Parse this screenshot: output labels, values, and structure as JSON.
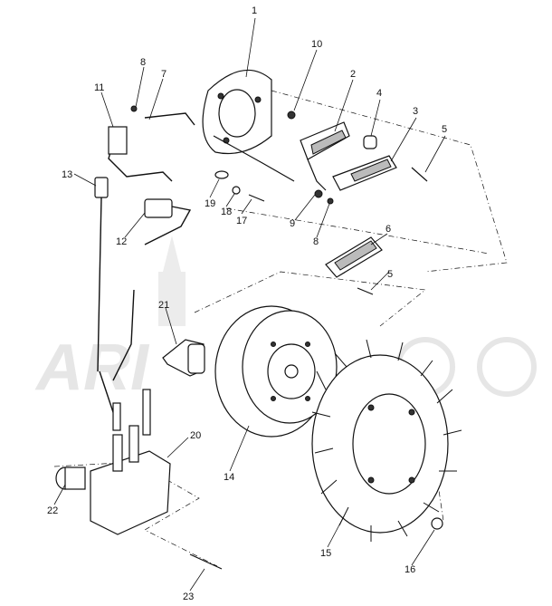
{
  "watermark": {
    "text": "ARI"
  },
  "callouts": [
    {
      "id": "1",
      "label": "1"
    },
    {
      "id": "2",
      "label": "2"
    },
    {
      "id": "3",
      "label": "3"
    },
    {
      "id": "4",
      "label": "4"
    },
    {
      "id": "5a",
      "label": "5"
    },
    {
      "id": "5b",
      "label": "5"
    },
    {
      "id": "6",
      "label": "6"
    },
    {
      "id": "7",
      "label": "7"
    },
    {
      "id": "8a",
      "label": "8"
    },
    {
      "id": "8b",
      "label": "8"
    },
    {
      "id": "9",
      "label": "9"
    },
    {
      "id": "10",
      "label": "10"
    },
    {
      "id": "11",
      "label": "11"
    },
    {
      "id": "12",
      "label": "12"
    },
    {
      "id": "13",
      "label": "13"
    },
    {
      "id": "14",
      "label": "14"
    },
    {
      "id": "15",
      "label": "15"
    },
    {
      "id": "16",
      "label": "16"
    },
    {
      "id": "17",
      "label": "17"
    },
    {
      "id": "18",
      "label": "18"
    },
    {
      "id": "19",
      "label": "19"
    },
    {
      "id": "20",
      "label": "20"
    },
    {
      "id": "21",
      "label": "21"
    },
    {
      "id": "22",
      "label": "22"
    },
    {
      "id": "23",
      "label": "23"
    }
  ]
}
